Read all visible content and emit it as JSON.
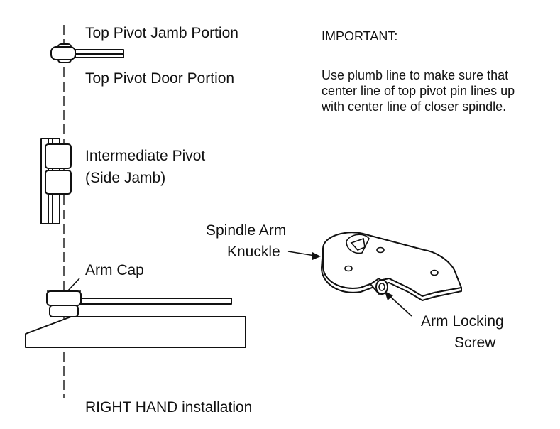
{
  "labels": {
    "top_pivot_jamb": "Top Pivot Jamb Portion",
    "top_pivot_door": "Top Pivot Door Portion",
    "intermediate_pivot": "Intermediate Pivot",
    "side_jamb": "(Side Jamb)",
    "arm_cap": "Arm Cap",
    "spindle_arm_line1": "Spindle Arm",
    "spindle_arm_line2": "Knuckle",
    "arm_locking_line1": "Arm Locking",
    "arm_locking_line2": "Screw",
    "caption": "RIGHT HAND installation"
  },
  "important": {
    "heading": "IMPORTANT:",
    "body": "Use plumb line to make sure that center line of top pivot pin lines up with center line of closer spindle."
  },
  "colors": {
    "line": "#111111",
    "fill": "#ffffff"
  }
}
